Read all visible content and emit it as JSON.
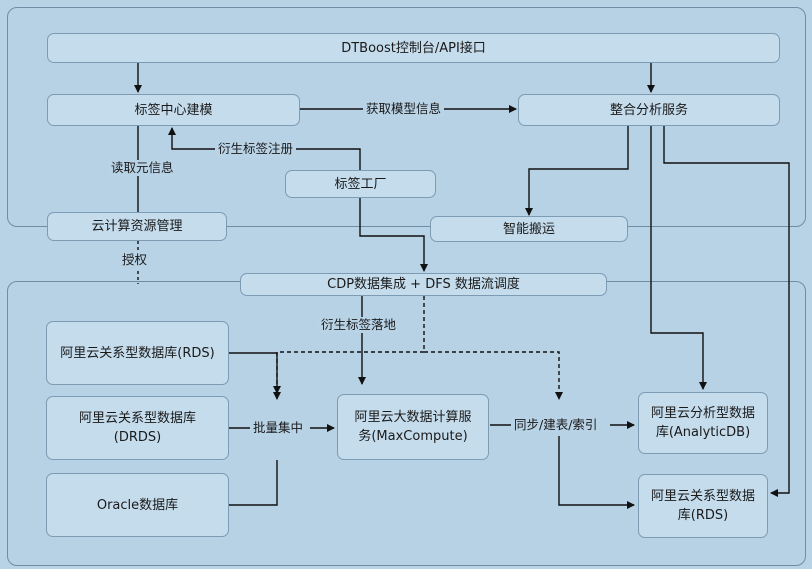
{
  "nodes": {
    "console": "DTBoost控制台/API接口",
    "tag_modeling": "标签中心建模",
    "integrated_service": "整合分析服务",
    "tag_factory": "标签工厂",
    "cloud_resource": "云计算资源管理",
    "smart_transfer": "智能搬运",
    "cdp": "CDP数据集成 + DFS 数据流调度",
    "rds_src": "阿里云关系型数据库(RDS)",
    "drds_line1": "阿里云关系型数据库",
    "drds_line2": "(DRDS)",
    "oracle": "Oracle数据库",
    "maxcompute_line1": "阿里云大数据计算服",
    "maxcompute_line2": "务(MaxCompute)",
    "analyticdb_line1": "阿里云分析型数据",
    "analyticdb_line2": "库(AnalyticDB)",
    "rds_dst_line1": "阿里云关系型数据",
    "rds_dst_line2": "库(RDS)"
  },
  "edges": {
    "get_model_info": "获取模型信息",
    "derived_tag_register": "衍生标签注册",
    "read_meta": "读取元信息",
    "authorize": "授权",
    "derived_tag_land": "衍生标签落地",
    "batch_collect": "批量集中",
    "sync_index": "同步/建表/索引"
  }
}
